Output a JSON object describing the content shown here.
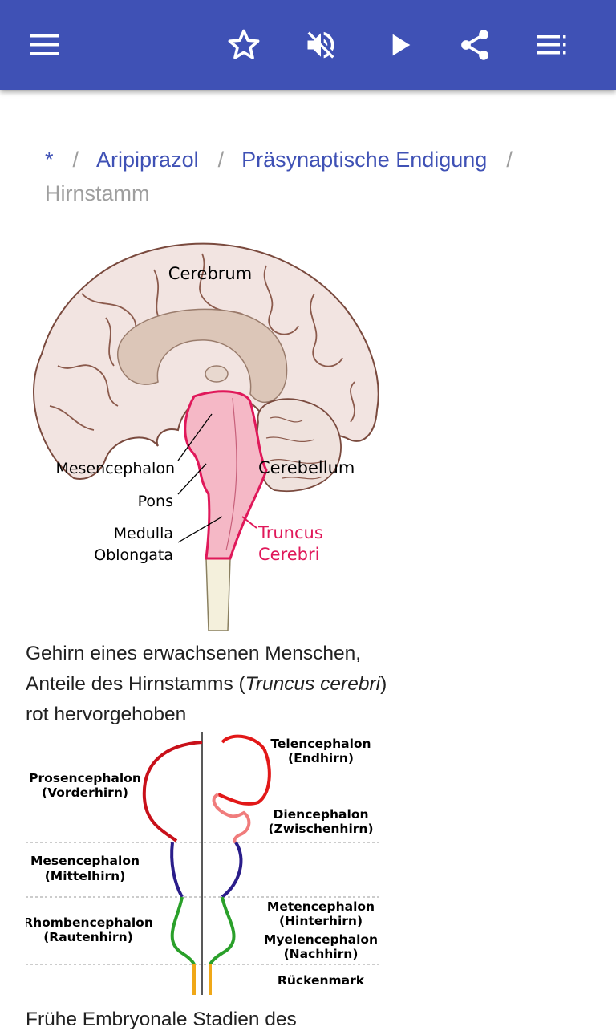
{
  "toolbar": {
    "background": "#3f51b5",
    "icons": [
      "menu-icon",
      "star-icon",
      "volume-off-icon",
      "play-icon",
      "share-icon",
      "playlist-icon"
    ]
  },
  "breadcrumb": {
    "items": [
      "*",
      "Aripiprazol",
      "Präsynaptische Endigung"
    ],
    "separator": "/",
    "current": "Hirnstamm"
  },
  "figure1": {
    "labels": {
      "cerebrum": "Cerebrum",
      "mesencephalon": "Mesencephalon",
      "pons": "Pons",
      "medulla_line1": "Medulla",
      "medulla_line2": "Oblongata",
      "cerebellum": "Cerebellum",
      "truncus_line1": "Truncus",
      "truncus_line2": "Cerebri"
    },
    "caption": {
      "part1": "Gehirn eines erwachsenen Menschen, Anteile des Hirnstamms (",
      "italic1": "Truncus cerebri",
      "part2": ") rot hervorgehoben"
    }
  },
  "figure2": {
    "labels": {
      "telencephalon": "Telencephalon",
      "telencephalon_de": "(Endhirn)",
      "prosencephalon": "Prosencephalon",
      "prosencephalon_de": "(Vorderhirn)",
      "diencephalon": "Diencephalon",
      "diencephalon_de": "(Zwischenhirn)",
      "mesencephalon": "Mesencephalon",
      "mesencephalon_de": "(Mittelhirn)",
      "metencephalon": "Metencephalon",
      "metencephalon_de": "(Hinterhirn)",
      "rhombencephalon": "Rhombencephalon",
      "rhombencephalon_de": "(Rautenhirn)",
      "myelencephalon": "Myelencephalon",
      "myelencephalon_de": "(Nachhirn)",
      "rueckenmark": "Rückenmark"
    },
    "caption": "Frühe Embryonale Stadien des"
  }
}
